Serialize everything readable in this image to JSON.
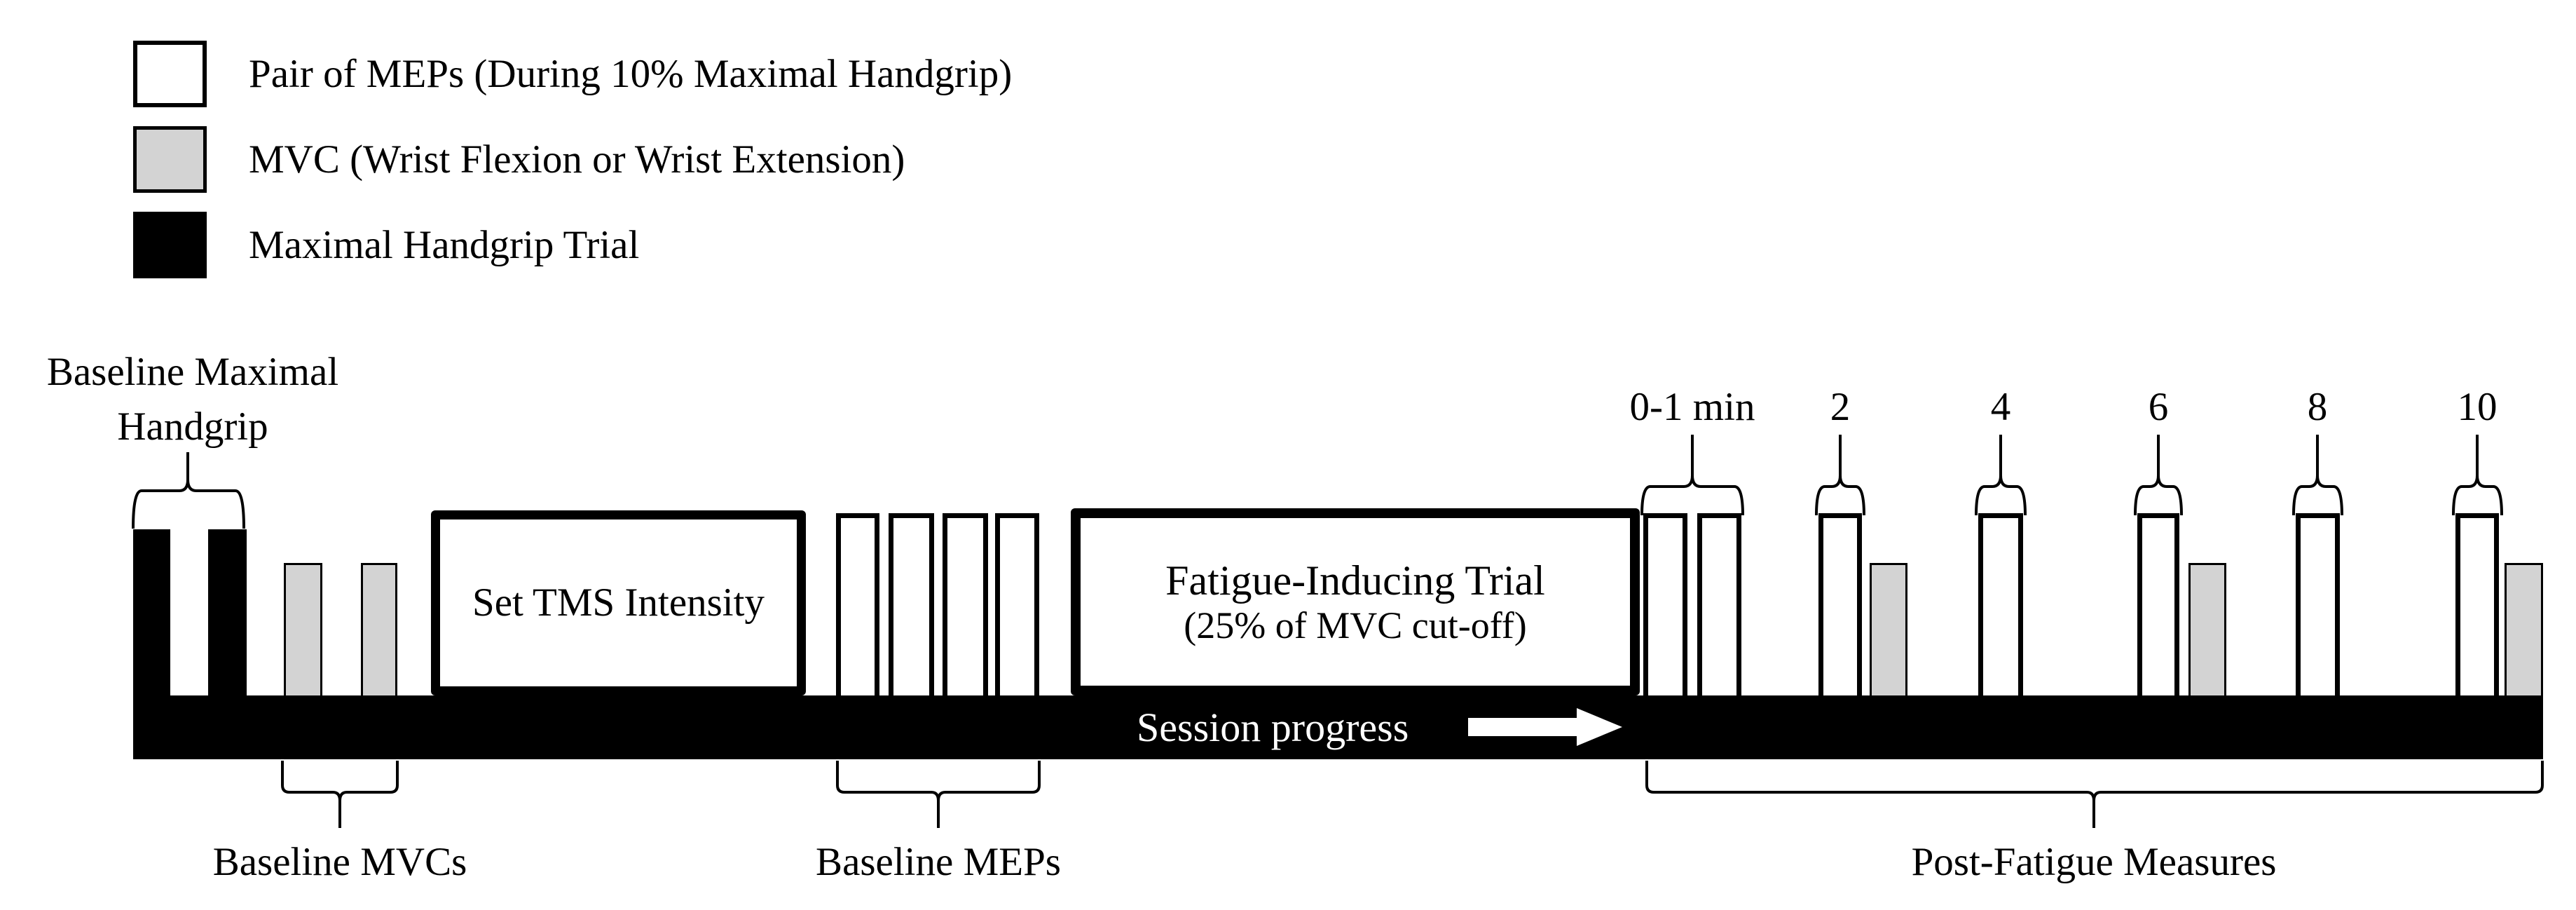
{
  "figure": {
    "description": "Experimental session timeline diagram"
  },
  "legend": {
    "items": [
      {
        "swatch": "white",
        "label": "Pair of MEPs (During 10% Maximal Handgrip)"
      },
      {
        "swatch": "gray",
        "label": "MVC (Wrist Flexion or Wrist Extension)"
      },
      {
        "swatch": "black",
        "label": "Maximal Handgrip Trial"
      }
    ]
  },
  "annotations": {
    "baseline_handgrip_line1": "Baseline Maximal",
    "baseline_handgrip_line2": "Handgrip",
    "baseline_mvcs": "Baseline MVCs",
    "baseline_meps": "Baseline MEPs",
    "post_fatigue": "Post-Fatigue Measures",
    "session_progress": "Session progress"
  },
  "boxes": {
    "set_tms": "Set TMS Intensity",
    "fatigue_line1": "Fatigue-Inducing Trial",
    "fatigue_line2": "(25% of MVC cut-off)"
  },
  "post_timepoints": [
    "0-1 min",
    "2",
    "4",
    "6",
    "8",
    "10"
  ],
  "colors": {
    "bar_black": "#000000",
    "bar_gray": "#d3d3d3",
    "bar_white": "#ffffff"
  }
}
